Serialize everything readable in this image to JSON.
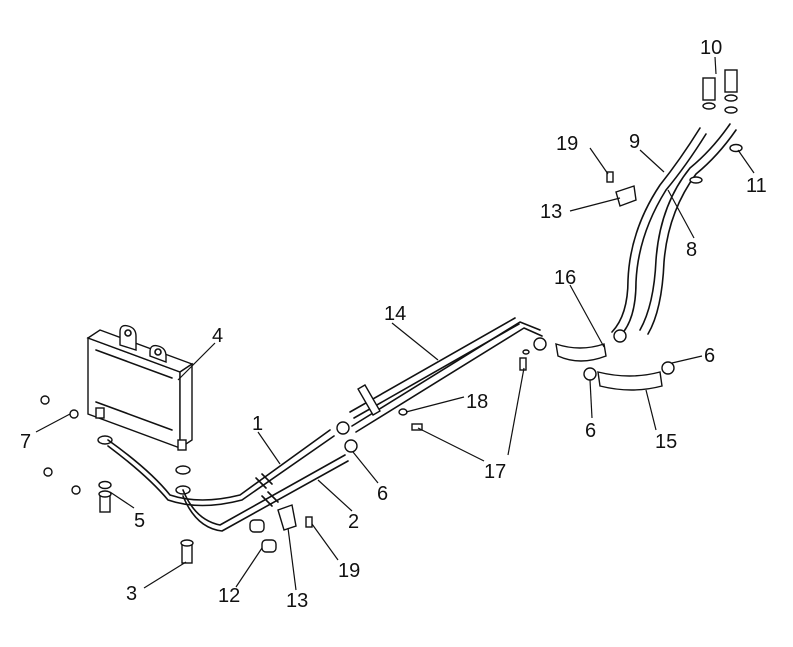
{
  "diagram": {
    "callouts": [
      {
        "id": "c1",
        "label": "1"
      },
      {
        "id": "c2",
        "label": "2"
      },
      {
        "id": "c3",
        "label": "3"
      },
      {
        "id": "c4",
        "label": "4"
      },
      {
        "id": "c5",
        "label": "5"
      },
      {
        "id": "c6a",
        "label": "6"
      },
      {
        "id": "c6b",
        "label": "6"
      },
      {
        "id": "c6c",
        "label": "6"
      },
      {
        "id": "c7",
        "label": "7"
      },
      {
        "id": "c8",
        "label": "8"
      },
      {
        "id": "c9",
        "label": "9"
      },
      {
        "id": "c10",
        "label": "10"
      },
      {
        "id": "c11",
        "label": "11"
      },
      {
        "id": "c12",
        "label": "12"
      },
      {
        "id": "c13a",
        "label": "13"
      },
      {
        "id": "c13b",
        "label": "13"
      },
      {
        "id": "c14",
        "label": "14"
      },
      {
        "id": "c15",
        "label": "15"
      },
      {
        "id": "c16",
        "label": "16"
      },
      {
        "id": "c17",
        "label": "17"
      },
      {
        "id": "c18",
        "label": "18"
      },
      {
        "id": "c19a",
        "label": "19"
      },
      {
        "id": "c19b",
        "label": "19"
      }
    ]
  }
}
